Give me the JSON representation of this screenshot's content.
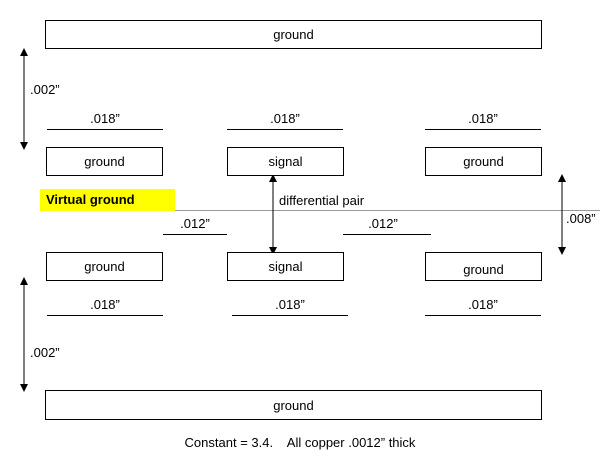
{
  "conductors": {
    "top_plane": "ground",
    "top_left": "ground",
    "top_signal": "signal",
    "top_right": "ground",
    "bottom_left": "ground",
    "bottom_signal": "signal",
    "bottom_right": "ground",
    "bottom_plane": "ground"
  },
  "dimensions": {
    "plane_spacing_top": ".002”",
    "plane_spacing_bottom": ".002”",
    "layer_spacing": ".008”",
    "trace_width": ".018”",
    "gap": ".012”"
  },
  "labels": {
    "virtual_ground": "Virtual ground",
    "differential_pair": "differential pair",
    "footer": "Constant = 3.4.    All copper .0012” thick"
  },
  "colors": {
    "highlight": "#ffff00",
    "line": "#000000",
    "reference_line": "#999999"
  }
}
